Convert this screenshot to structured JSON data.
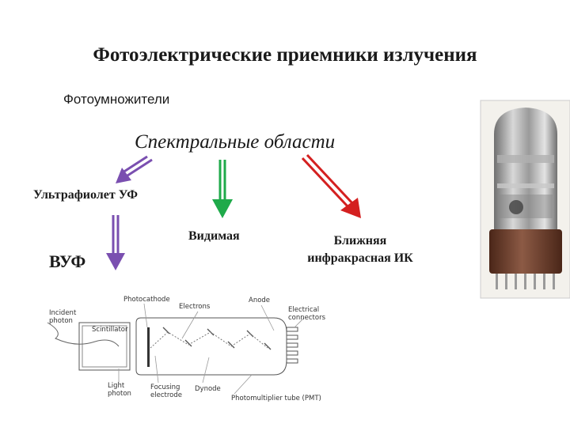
{
  "title": "Фотоэлектрические приемники излучения",
  "subtitle": "Фотоумножители",
  "spectral_heading": "Спектральные области",
  "regions": {
    "uv": "Ультрафиолет УФ",
    "vuv": "ВУФ",
    "visible": "Видимая",
    "near_ir_line1": "Ближняя",
    "near_ir_line2": "инфракрасная ИК"
  },
  "colors": {
    "uv_arrow": "#7a4fb0",
    "visible_arrow": "#1faa4a",
    "ir_arrow": "#d42020",
    "tube_base": "#6e3d2c"
  },
  "pmt_diagram": {
    "incident_photon_1": "Incident",
    "incident_photon_2": "photon",
    "scintillator": "Scintillator",
    "photocathode": "Photocathode",
    "electrons": "Electrons",
    "anode": "Anode",
    "connectors_1": "Electrical",
    "connectors_2": "connectors",
    "light_photon_1": "Light",
    "light_photon_2": "photon",
    "focusing_1": "Focusing",
    "focusing_2": "electrode",
    "dynode": "Dynode",
    "tube_label": "Photomultiplier tube (PMT)"
  }
}
